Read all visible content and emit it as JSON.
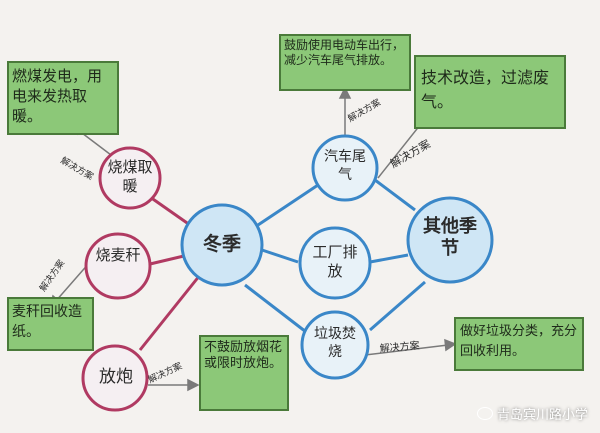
{
  "nodes": {
    "winter": "冬季",
    "other_seasons": "其他季节",
    "coal_heating": "烧煤取暖",
    "burn_straw": "烧麦秆",
    "fireworks": "放炮",
    "car_exhaust": "汽车尾气",
    "factory": "工厂排放",
    "garbage": "垃圾焚烧"
  },
  "solutions": {
    "coal_power": "燃煤发电，用电来发热取暖。",
    "straw_recycle": "麦秆回收造纸。",
    "firework_ban": "不鼓励放烟花或限时放炮。",
    "electric_car": "鼓励使用电动车出行，减少汽车尾气排放。",
    "tech_filter": "技术改造，过滤废气。",
    "garbage_sort": "做好垃圾分类，充分回收利用。"
  },
  "edge_label": "解决方案",
  "watermark": "青岛宾川路小学",
  "colors": {
    "blue_ring": "#3a87c8",
    "red_ring": "#b03a62",
    "blue_fill": "#cfe6f5",
    "green_box": "#8cc878",
    "box_border": "#4a7a3a"
  }
}
